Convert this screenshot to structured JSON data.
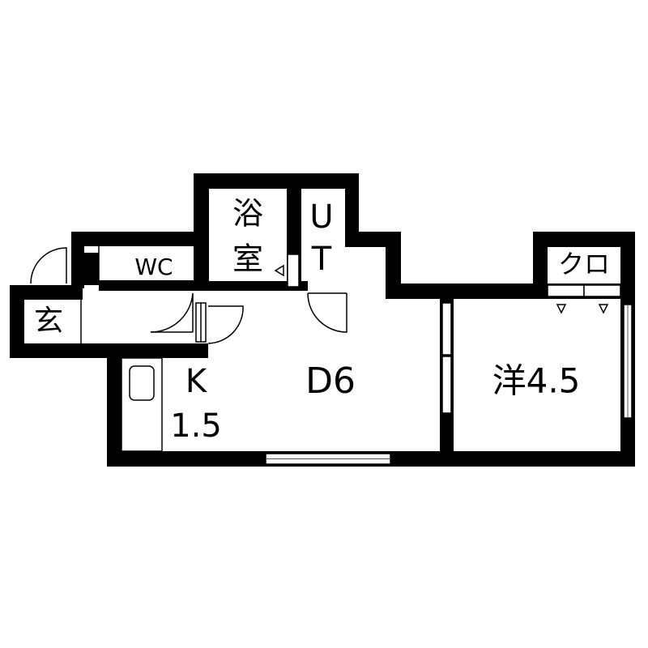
{
  "floorplan": {
    "rooms": {
      "genkan": {
        "label": "玄"
      },
      "wc": {
        "label": "WC"
      },
      "bath": {
        "line1": "浴",
        "line2": "室"
      },
      "ut": {
        "line1": "U",
        "line2": "T"
      },
      "closet": {
        "label": "クロ"
      },
      "kitchen": {
        "line1": "K",
        "line2": "1.5"
      },
      "dining": {
        "label": "D6"
      },
      "western": {
        "label": "洋4.5"
      }
    }
  },
  "colors": {
    "wall": "#000000",
    "background": "#ffffff",
    "line": "#555555"
  }
}
